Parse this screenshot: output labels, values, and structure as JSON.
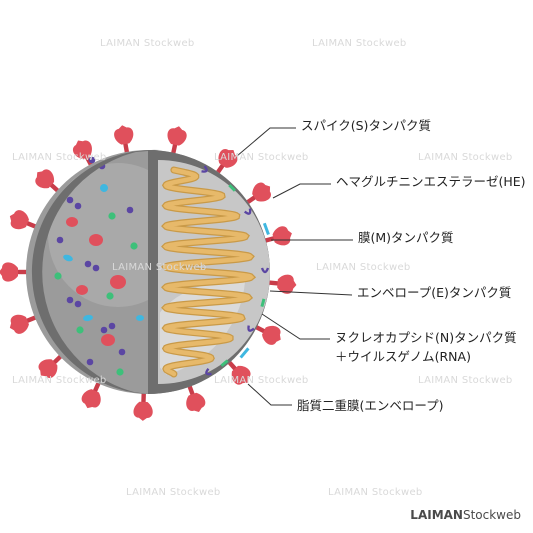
{
  "labels": {
    "spike": "スパイク(S)タンパク質",
    "he": "ヘマグルチニンエステラーゼ(HE)",
    "membrane": "膜(M)タンパク質",
    "envelope": "エンベロープ(E)タンパク質",
    "nucleocapsid_line1": "ヌクレオカプシド(N)タンパク質",
    "nucleocapsid_line2": "＋ウイルスゲノム(RNA)",
    "lipid": "脂質二重膜(エンベロープ)"
  },
  "watermark": {
    "text": "LAIMAN Stockweb"
  },
  "brand": {
    "part1": "LAIMAN",
    "part2": "Stockweb"
  },
  "colors": {
    "shell": "#9b9b9b",
    "shell_highlight": "#b4b4b4",
    "lipid_band": "#6e6e6e",
    "interior": "#c7c7c7",
    "interior_light": "#dedede",
    "spike": "#e0505c",
    "spike_dark": "#c93d4a",
    "rna": "#e7b96a",
    "rna_dark": "#c99a48",
    "membrane_protein": "#5b46a3",
    "envelope_protein": "#3dc07a",
    "he_protein": "#3fb7e0",
    "leader": "#333333"
  }
}
